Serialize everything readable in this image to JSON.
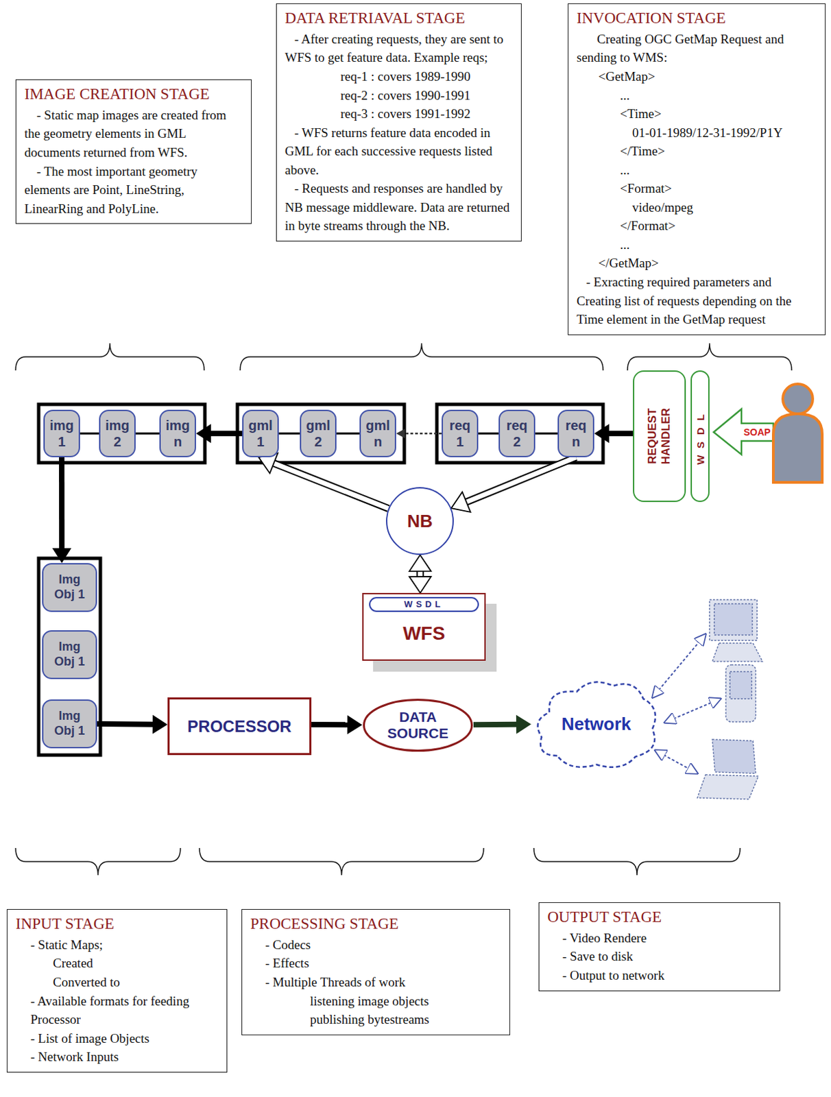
{
  "diagram": {
    "nodes": [
      {
        "text": [
          "IMAGE CREATION STAGE",
          "- Static map images are created from the geometry elements in GML documents returned from WFS.",
          "- The most important geometry elements are Point, LineString, LinearRing and PolyLine."
        ]
      },
      {
        "text": [
          "DATA RETRIAVAL STAGE",
          "- After creating requests, they are sent to WFS to get feature data. Example reqs;",
          "req-1 : covers 1989-1990",
          "req-2 : covers 1990-1991",
          "req-3 : covers 1991-1992",
          "- WFS returns feature data encoded in GML for each successive requests listed above.",
          "- Requests and responses are handled by NB message middleware. Data are returned in byte streams through the NB."
        ]
      },
      {
        "text": [
          "INVOCATION STAGE",
          "Creating OGC GetMap Request and sending to WMS:",
          "<GetMap>",
          "...",
          "<Time>",
          "01-01-1989/12-31-1992/P1Y",
          "</Time>",
          "...",
          "<Format>",
          "video/mpeg",
          "</Format>",
          "...",
          "</GetMap>",
          "- Exracting required parameters and Creating list of requests depending on the Time element in the GetMap request"
        ]
      },
      {
        "text": [
          "img 1"
        ]
      },
      {
        "text": [
          "img 2"
        ]
      },
      {
        "text": [
          "img n"
        ]
      },
      {
        "text": [
          "gml 1"
        ]
      },
      {
        "text": [
          "gml 2"
        ]
      },
      {
        "text": [
          "gml n"
        ]
      },
      {
        "text": [
          "req 1"
        ]
      },
      {
        "text": [
          "req 2"
        ]
      },
      {
        "text": [
          "req n"
        ]
      },
      {
        "text": [
          "REQUEST HANDLER"
        ]
      },
      {
        "text": [
          "WSDL"
        ]
      },
      {
        "text": [
          "NB"
        ]
      },
      {
        "text": [
          "WSDL",
          "WFS"
        ]
      },
      {
        "text": [
          "Img Obj 1"
        ]
      },
      {
        "text": [
          "Img Obj 1"
        ]
      },
      {
        "text": [
          "Img Obj 1"
        ]
      },
      {
        "text": [
          "PROCESSOR"
        ]
      },
      {
        "text": [
          "DATA SOURCE"
        ]
      },
      {
        "text": [
          "Network"
        ]
      },
      {
        "text": [
          "INPUT STAGE",
          "- Static Maps;",
          "Created",
          "Converted to",
          "- Available formats for feeding Processor",
          "- List of image Objects",
          "- Network Inputs"
        ]
      },
      {
        "text": [
          "PROCESSING STAGE",
          "- Codecs",
          "- Effects",
          "- Multiple Threads of work",
          "listening image objects",
          "publishing bytestreams"
        ]
      },
      {
        "text": [
          "OUTPUT STAGE",
          "- Video Rendere",
          "- Save to disk",
          "- Output to network"
        ]
      }
    ],
    "edges": [
      {
        "from": 12,
        "to": 11,
        "arrow": "to"
      },
      {
        "from": 9,
        "to": 8,
        "arrow": "to"
      },
      {
        "from": 6,
        "to": 5,
        "arrow": "to"
      },
      {
        "from": 11,
        "to": 14,
        "arrow": "to"
      },
      {
        "from": 14,
        "to": 6,
        "arrow": "to"
      },
      {
        "from": 14,
        "to": 15,
        "arrow": "both"
      },
      {
        "from": 3,
        "to": 16,
        "arrow": "to"
      },
      {
        "from": 18,
        "to": 19,
        "arrow": "to"
      },
      {
        "from": 19,
        "to": 20,
        "arrow": "to"
      },
      {
        "from": 20,
        "to": 21,
        "arrow": "to"
      }
    ],
    "labels": [
      "SOAP"
    ]
  }
}
